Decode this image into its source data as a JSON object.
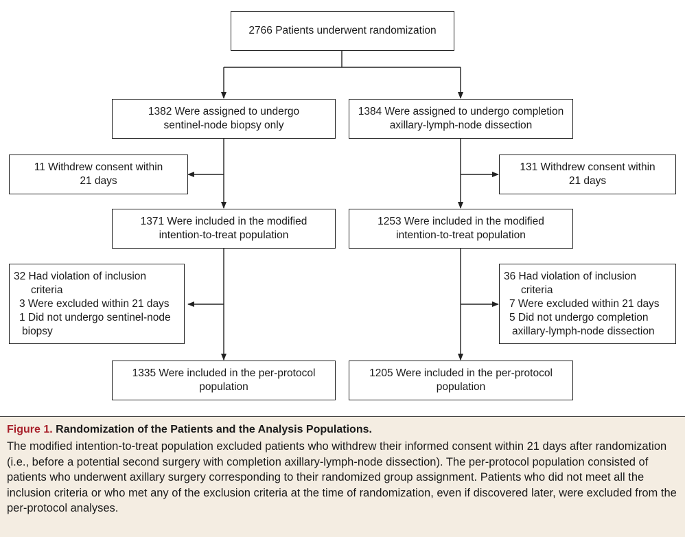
{
  "flowchart": {
    "top": [
      "2766 Patients underwent randomization"
    ],
    "assigned_left": [
      "1382 Were assigned to undergo",
      "sentinel-node biopsy only"
    ],
    "assigned_right": [
      "1384 Were assigned to undergo completion",
      "axillary-lymph-node dissection"
    ],
    "withdrew_left": [
      "11 Withdrew consent within",
      "21 days"
    ],
    "withdrew_right": [
      "131 Withdrew consent within",
      "21 days"
    ],
    "mitt_left": [
      "1371 Were included in the modified",
      "intention-to-treat population"
    ],
    "mitt_right": [
      "1253 Were included in the modified",
      "intention-to-treat population"
    ],
    "excluded_left": [
      "32 Had violation of inclusion",
      "criteria",
      "3 Were excluded within 21 days",
      "1 Did not undergo sentinel-node",
      "biopsy"
    ],
    "excluded_right": [
      "36 Had violation of inclusion",
      "criteria",
      "7 Were excluded within 21 days",
      "5 Did not undergo completion",
      "axillary-lymph-node dissection"
    ],
    "pp_left": [
      "1335 Were included in the per-protocol",
      "population"
    ],
    "pp_right": [
      "1205 Were included in the per-protocol",
      "population"
    ]
  },
  "caption": {
    "label": "Figure 1.",
    "title": "Randomization of the Patients and the Analysis Populations.",
    "body": "The modified intention-to-treat population excluded patients who withdrew their informed consent within 21 days after randomization (i.e., before a potential second surgery with completion axillary-lymph-node dissection). The per-protocol population consisted of patients who underwent axillary surgery corresponding to their randomized group assignment. Patients who did not meet all the inclusion criteria or who met any of the exclusion criteria at the time of randomization, even if discovered later, were excluded from the per-protocol analyses."
  },
  "colors": {
    "caption_background": "#f4ede2",
    "figure_label": "#a8212b",
    "lines": "#222222"
  }
}
